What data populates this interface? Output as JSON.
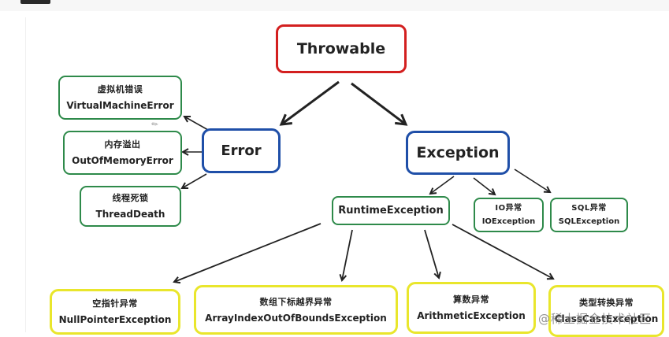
{
  "diagram": {
    "root": {
      "label": "Throwable",
      "color": "#d31f1f"
    },
    "error": {
      "label": "Error",
      "color": "#1f4fa8",
      "children": [
        {
          "zh": "虚拟机错误",
          "en": "VirtualMachineError"
        },
        {
          "zh": "内存溢出",
          "en": "OutOfMemoryError"
        },
        {
          "zh": "线程死锁",
          "en": "ThreadDeath"
        }
      ]
    },
    "exception": {
      "label": "Exception",
      "color": "#1f4fa8",
      "runtime": {
        "label": "RuntimeException"
      },
      "checked": [
        {
          "zh": "IO异常",
          "en": "IOException"
        },
        {
          "zh": "SQL异常",
          "en": "SQLException"
        }
      ]
    },
    "runtime_children": [
      {
        "zh": "空指针异常",
        "en": "NullPointerException"
      },
      {
        "zh": "数组下标越界异常",
        "en": "ArrayIndexOutOfBoundsException"
      },
      {
        "zh": "算数异常",
        "en": "ArithmeticException"
      },
      {
        "zh": "类型转换异常",
        "en": "ClassCastException"
      }
    ],
    "colors": {
      "checked_green": "#2e8a4a",
      "runtime_yellow": "#e9e62c"
    }
  },
  "watermark": "@稀土掘金技术社区"
}
